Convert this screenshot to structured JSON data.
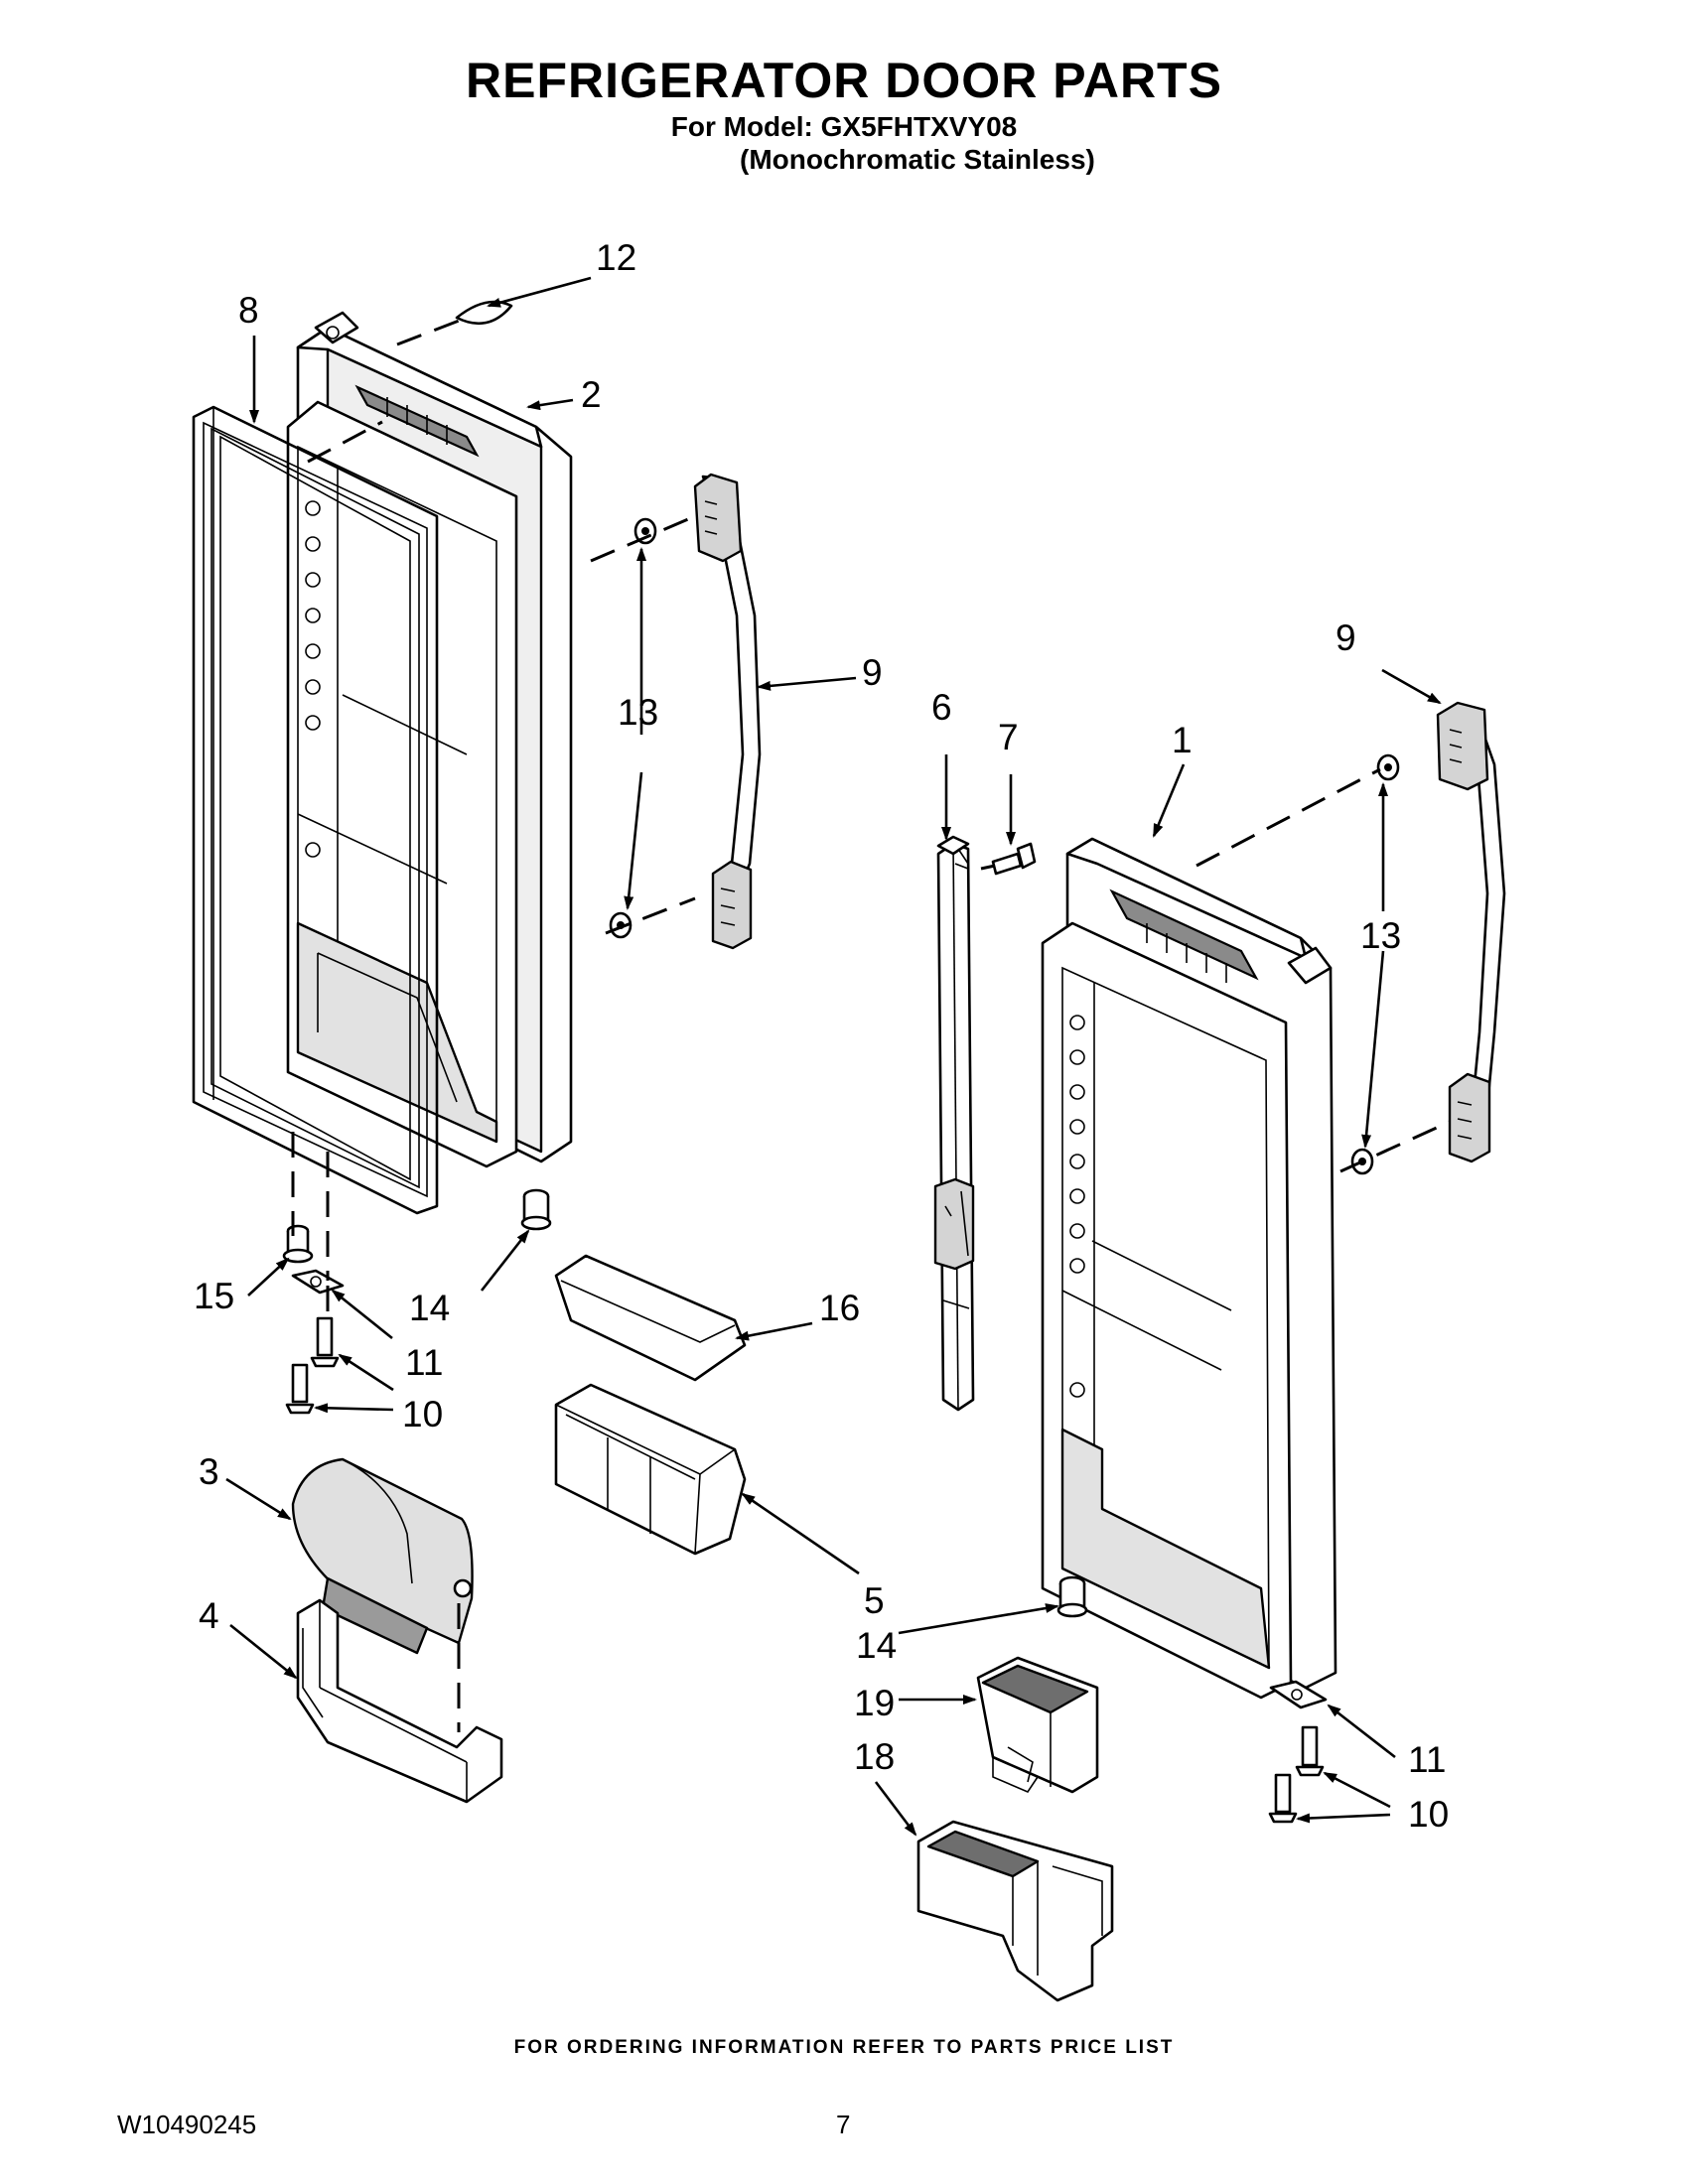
{
  "header": {
    "title": "REFRIGERATOR DOOR PARTS",
    "model_line": "For Model: GX5FHTXVY08",
    "variant_line": "(Monochromatic Stainless)"
  },
  "callouts": {
    "c1": "1",
    "c2": "2",
    "c3": "3",
    "c4": "4",
    "c5": "5",
    "c6": "6",
    "c7": "7",
    "c8": "8",
    "c9": "9",
    "c10": "10",
    "c11": "11",
    "c12": "12",
    "c13": "13",
    "c14": "14",
    "c15": "15",
    "c16": "16",
    "c18": "18",
    "c19": "19"
  },
  "footer": {
    "ordering_note": "FOR ORDERING INFORMATION REFER TO PARTS PRICE LIST",
    "document_number": "W10490245",
    "page_number": "7"
  }
}
